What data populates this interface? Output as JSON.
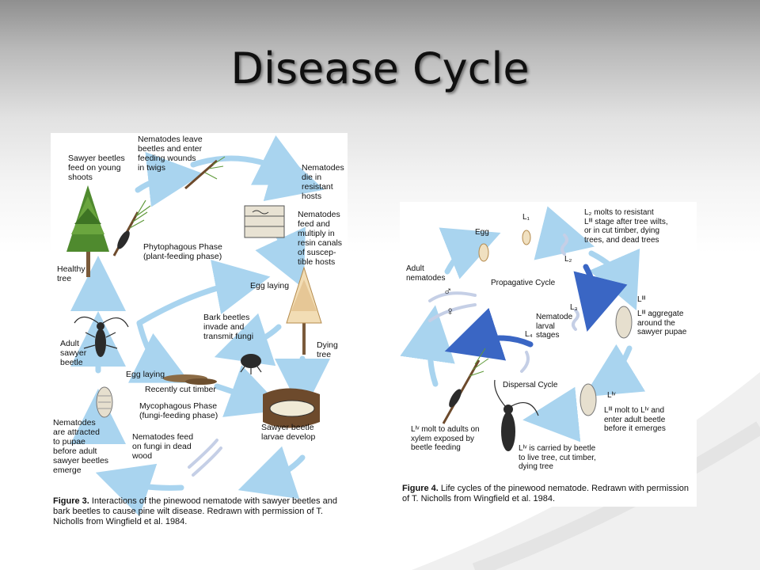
{
  "slide": {
    "title": "Disease Cycle"
  },
  "figure3": {
    "labels": {
      "sawyer_feed": "Sawyer beetles\nfeed on young\nshoots",
      "nematodes_leave": "Nematodes leave\nbeetles and enter\nfeeding wounds\nin twigs",
      "nematodes_die": "Nematodes\ndie in\nresistant\nhosts",
      "nematodes_feed_multiply": "Nematodes\nfeed and\nmultiply in\nresin canals\nof suscep-\ntible hosts",
      "phytophagous": "Phytophagous Phase\n(plant-feeding phase)",
      "healthy_tree": "Healthy\ntree",
      "egg_laying_top": "Egg laying",
      "bark_beetles": "Bark beetles\ninvade and\ntransmit fungi",
      "adult_sawyer": "Adult\nsawyer\nbeetle",
      "dying_tree": "Dying\ntree",
      "egg_laying_low": "Egg laying",
      "recently_cut": "Recently cut timber",
      "mycophagous": "Mycophagous Phase\n(fungi-feeding phase)",
      "larvae_develop": "Sawyer beetle\nlarvae develop",
      "attracted_pupae": "Nematodes\nare attracted\nto pupae\nbefore adult\nsawyer beetles\nemerge",
      "feed_fungi": "Nematodes feed\non fungi in dead\nwood"
    },
    "caption_label": "Figure 3.",
    "caption_text": "Interactions of the pinewood nematode with sawyer beetles and bark beetles to cause pine wilt disease.  Redrawn with permission of T. Nicholls  from Wingfield et al. 1984."
  },
  "figure4": {
    "labels": {
      "egg": "Egg",
      "l1": "L₁",
      "l2": "L₂",
      "l2_molts": "L₂ molts to resistant\nLᴵᴵᴵ stage after tree wilts,\nor in cut timber, dying\ntrees, and dead trees",
      "adult_nematodes": "Adult\nnematodes",
      "propagative": "Propagative Cycle",
      "male": "♂",
      "female": "♀",
      "l3": "L₃",
      "nematode_larval": "Nematode\nlarval\nstages",
      "l4": "L₄",
      "liii": "Lᴵᴵᴵ",
      "liii_aggregate": "Lᴵᴵᴵ aggregate\naround the\nsawyer pupae",
      "dispersal": "Dispersal Cycle",
      "liv": "Lᴵᵛ",
      "liii_molt": "Lᴵᴵᴵ molt to Lᴵᵛ and\nenter adult beetle\nbefore it emerges",
      "liv_molt": "Lᴵᵛ molt to adults on\nxylem exposed by\nbeetle feeding",
      "liv_carried": "Lᴵᵛ is carried by beetle\nto live tree, cut timber,\ndying tree"
    },
    "caption_label": "Figure 4.",
    "caption_text": "Life cycles of the pinewood nematode.  Redrawn with permission of T. Nicholls from Wingfield et al. 1984."
  },
  "colors": {
    "arrow_light": "#a9d4ef",
    "arrow_dark": "#3a66c4",
    "pine_green": "#4f8a2e",
    "bark_brown": "#7a5a3a"
  }
}
